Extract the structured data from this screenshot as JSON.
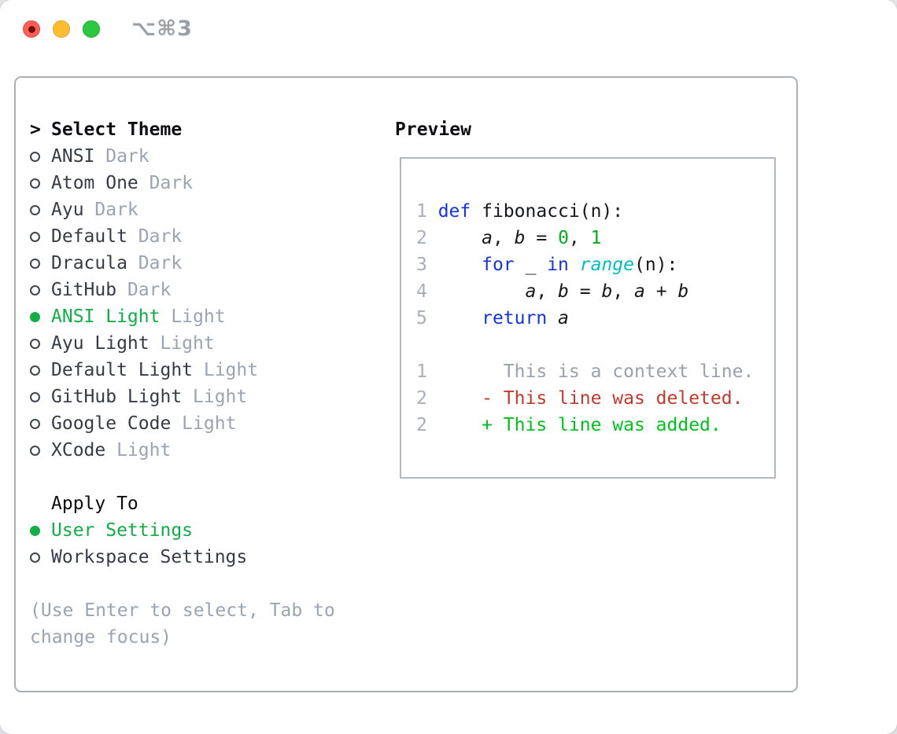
{
  "window": {
    "title": "⌥⌘3"
  },
  "colors": {
    "selected_green": "#0fae47",
    "keyword_blue": "#1433e8",
    "builtin_cyan": "#00bec6",
    "literal_green": "#00af1e",
    "added_green": "#00c21e",
    "deleted_red": "#c23a2b",
    "muted_gray": "#9aa4b2",
    "traffic_red": "#ff5f57",
    "traffic_yellow": "#febc2e",
    "traffic_green": "#2bc840"
  },
  "theme_panel": {
    "header": {
      "prefix": ">",
      "label": "Select Theme"
    },
    "items": [
      {
        "name": "ANSI",
        "variant": "Dark",
        "selected": false
      },
      {
        "name": "Atom One",
        "variant": "Dark",
        "selected": false
      },
      {
        "name": "Ayu",
        "variant": "Dark",
        "selected": false
      },
      {
        "name": "Default",
        "variant": "Dark",
        "selected": false
      },
      {
        "name": "Dracula",
        "variant": "Dark",
        "selected": false
      },
      {
        "name": "GitHub",
        "variant": "Dark",
        "selected": false
      },
      {
        "name": "ANSI Light",
        "variant": "Light",
        "selected": true
      },
      {
        "name": "Ayu Light",
        "variant": "Light",
        "selected": false
      },
      {
        "name": "Default Light",
        "variant": "Light",
        "selected": false
      },
      {
        "name": "GitHub Light",
        "variant": "Light",
        "selected": false
      },
      {
        "name": "Google Code",
        "variant": "Light",
        "selected": false
      },
      {
        "name": "XCode",
        "variant": "Light",
        "selected": false
      }
    ],
    "apply_to": {
      "label": "Apply To",
      "options": [
        {
          "label": "User Settings",
          "selected": true
        },
        {
          "label": "Workspace Settings",
          "selected": false
        }
      ]
    },
    "help_lines": [
      "(Use Enter to select, Tab to",
      "change focus)"
    ]
  },
  "preview": {
    "label": "Preview",
    "code_lines": [
      {
        "num": "1",
        "tokens": [
          [
            "def",
            "kw"
          ],
          [
            " ",
            "plain"
          ],
          [
            "fibonacci(n):",
            "plain"
          ]
        ]
      },
      {
        "num": "2",
        "tokens": [
          [
            "    ",
            "plain"
          ],
          [
            "a",
            "var"
          ],
          [
            ", ",
            "plain"
          ],
          [
            "b",
            "var"
          ],
          [
            " = ",
            "plain"
          ],
          [
            "0",
            "num"
          ],
          [
            ", ",
            "plain"
          ],
          [
            "1",
            "num"
          ]
        ]
      },
      {
        "num": "3",
        "tokens": [
          [
            "    ",
            "plain"
          ],
          [
            "for",
            "kw"
          ],
          [
            " _ ",
            "plain"
          ],
          [
            "in",
            "kw"
          ],
          [
            " ",
            "plain"
          ],
          [
            "range",
            "builtin"
          ],
          [
            "(n):",
            "plain"
          ]
        ]
      },
      {
        "num": "4",
        "tokens": [
          [
            "        ",
            "plain"
          ],
          [
            "a",
            "var"
          ],
          [
            ", ",
            "plain"
          ],
          [
            "b",
            "var"
          ],
          [
            " = ",
            "plain"
          ],
          [
            "b",
            "var"
          ],
          [
            ", ",
            "plain"
          ],
          [
            "a",
            "var"
          ],
          [
            " + ",
            "plain"
          ],
          [
            "b",
            "var"
          ]
        ]
      },
      {
        "num": "5",
        "tokens": [
          [
            "    ",
            "plain"
          ],
          [
            "return",
            "kw"
          ],
          [
            " ",
            "plain"
          ],
          [
            "a",
            "var"
          ]
        ]
      }
    ],
    "diff_lines": [
      {
        "num": "1",
        "marker": " ",
        "text": "This is a context line.",
        "type": "context"
      },
      {
        "num": "2",
        "marker": "-",
        "text": "This line was deleted.",
        "type": "deleted"
      },
      {
        "num": "2",
        "marker": "+",
        "text": "This line was added.",
        "type": "added"
      }
    ]
  }
}
